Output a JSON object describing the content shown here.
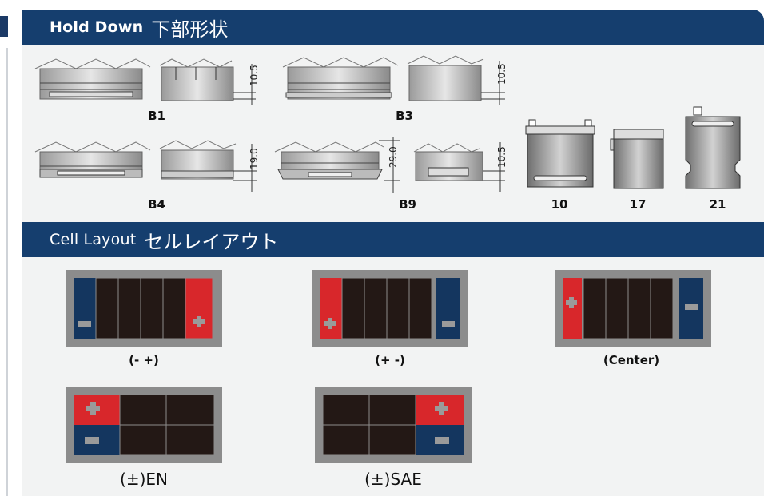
{
  "hold_down": {
    "title_en": "Hold Down",
    "title_jp": "下部形状",
    "labels": {
      "b1": "B1",
      "b3": "B3",
      "b4": "B4",
      "b9": "B9",
      "t10": "10",
      "t17": "17",
      "t21": "21"
    },
    "dims": {
      "b1": "10.5",
      "b3": "10.5",
      "b4": "19.0",
      "b9a": "29.0",
      "b9b": "10.5"
    }
  },
  "cell_layout": {
    "title_en": "Cell Layout",
    "title_jp": "セルレイアウト",
    "labels": {
      "minus_plus": "(- +)",
      "plus_minus": "(+ -)",
      "center": "(Center)",
      "en": "(±)EN",
      "sae": "(±)SAE"
    },
    "colors": {
      "positive": "#d8272b",
      "negative": "#14365f",
      "cell": "#231815",
      "frame": "#8c8c8c",
      "band": "#153e6e"
    }
  }
}
